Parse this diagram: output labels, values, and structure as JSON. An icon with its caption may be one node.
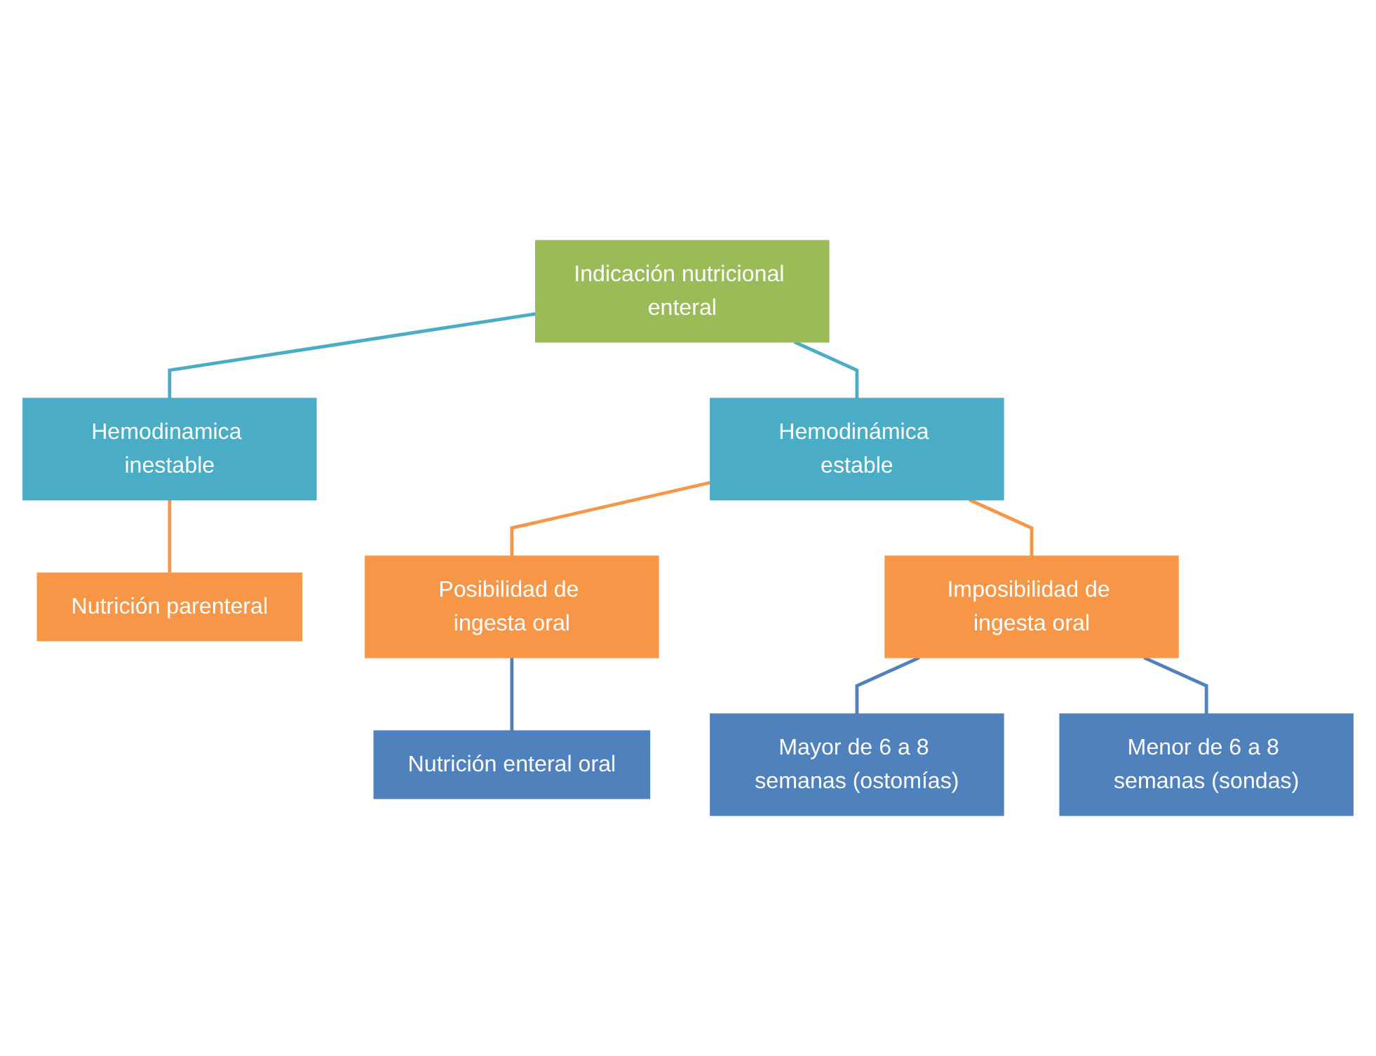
{
  "diagram": {
    "nodes": [
      {
        "text": [
          "Indicación nutricional enteral"
        ]
      },
      {
        "text": [
          "Hemodinamica inestable"
        ]
      },
      {
        "text": [
          "Hemodinámica estable"
        ]
      },
      {
        "text": [
          "Nutrición parenteral"
        ]
      },
      {
        "text": [
          "Posibilidad de ingesta oral"
        ]
      },
      {
        "text": [
          "Imposibilidad de ingesta oral"
        ]
      },
      {
        "text": [
          "Nutrición enteral oral"
        ]
      },
      {
        "text": [
          "Mayor de 6 a 8 semanas (ostomías)"
        ]
      },
      {
        "text": [
          "Menor de 6 a 8 semanas (sondas)"
        ]
      }
    ],
    "edges": [
      {
        "from": 0,
        "to": 1,
        "arrow": "none",
        "color": "#4bacc6"
      },
      {
        "from": 0,
        "to": 2,
        "arrow": "none",
        "color": "#4bacc6"
      },
      {
        "from": 1,
        "to": 3,
        "arrow": "none",
        "color": "#f79646"
      },
      {
        "from": 2,
        "to": 4,
        "arrow": "none",
        "color": "#f79646"
      },
      {
        "from": 2,
        "to": 5,
        "arrow": "none",
        "color": "#f79646"
      },
      {
        "from": 4,
        "to": 6,
        "arrow": "none",
        "color": "#4f81bd"
      },
      {
        "from": 5,
        "to": 7,
        "arrow": "none",
        "color": "#4f81bd"
      },
      {
        "from": 5,
        "to": 8,
        "arrow": "none",
        "color": "#4f81bd"
      }
    ]
  }
}
